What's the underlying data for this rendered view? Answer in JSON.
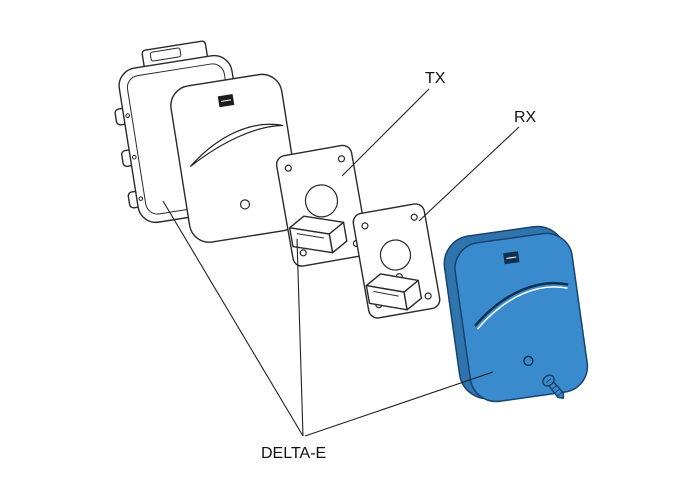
{
  "diagram": {
    "labels": {
      "tx": "TX",
      "rx": "RX",
      "delta_e": "DELTA-E"
    },
    "colors": {
      "outline": "#2a2a2a",
      "blue_fill": "#3a8bcd",
      "blue_side": "#2f74ad",
      "blue_outline": "#17436e",
      "logo_dark": "#1c1c1c",
      "logo_navy": "#0e2f4f"
    },
    "icons": {
      "came_logo": "came-logo-mark",
      "screw": "fixing-screw"
    }
  }
}
